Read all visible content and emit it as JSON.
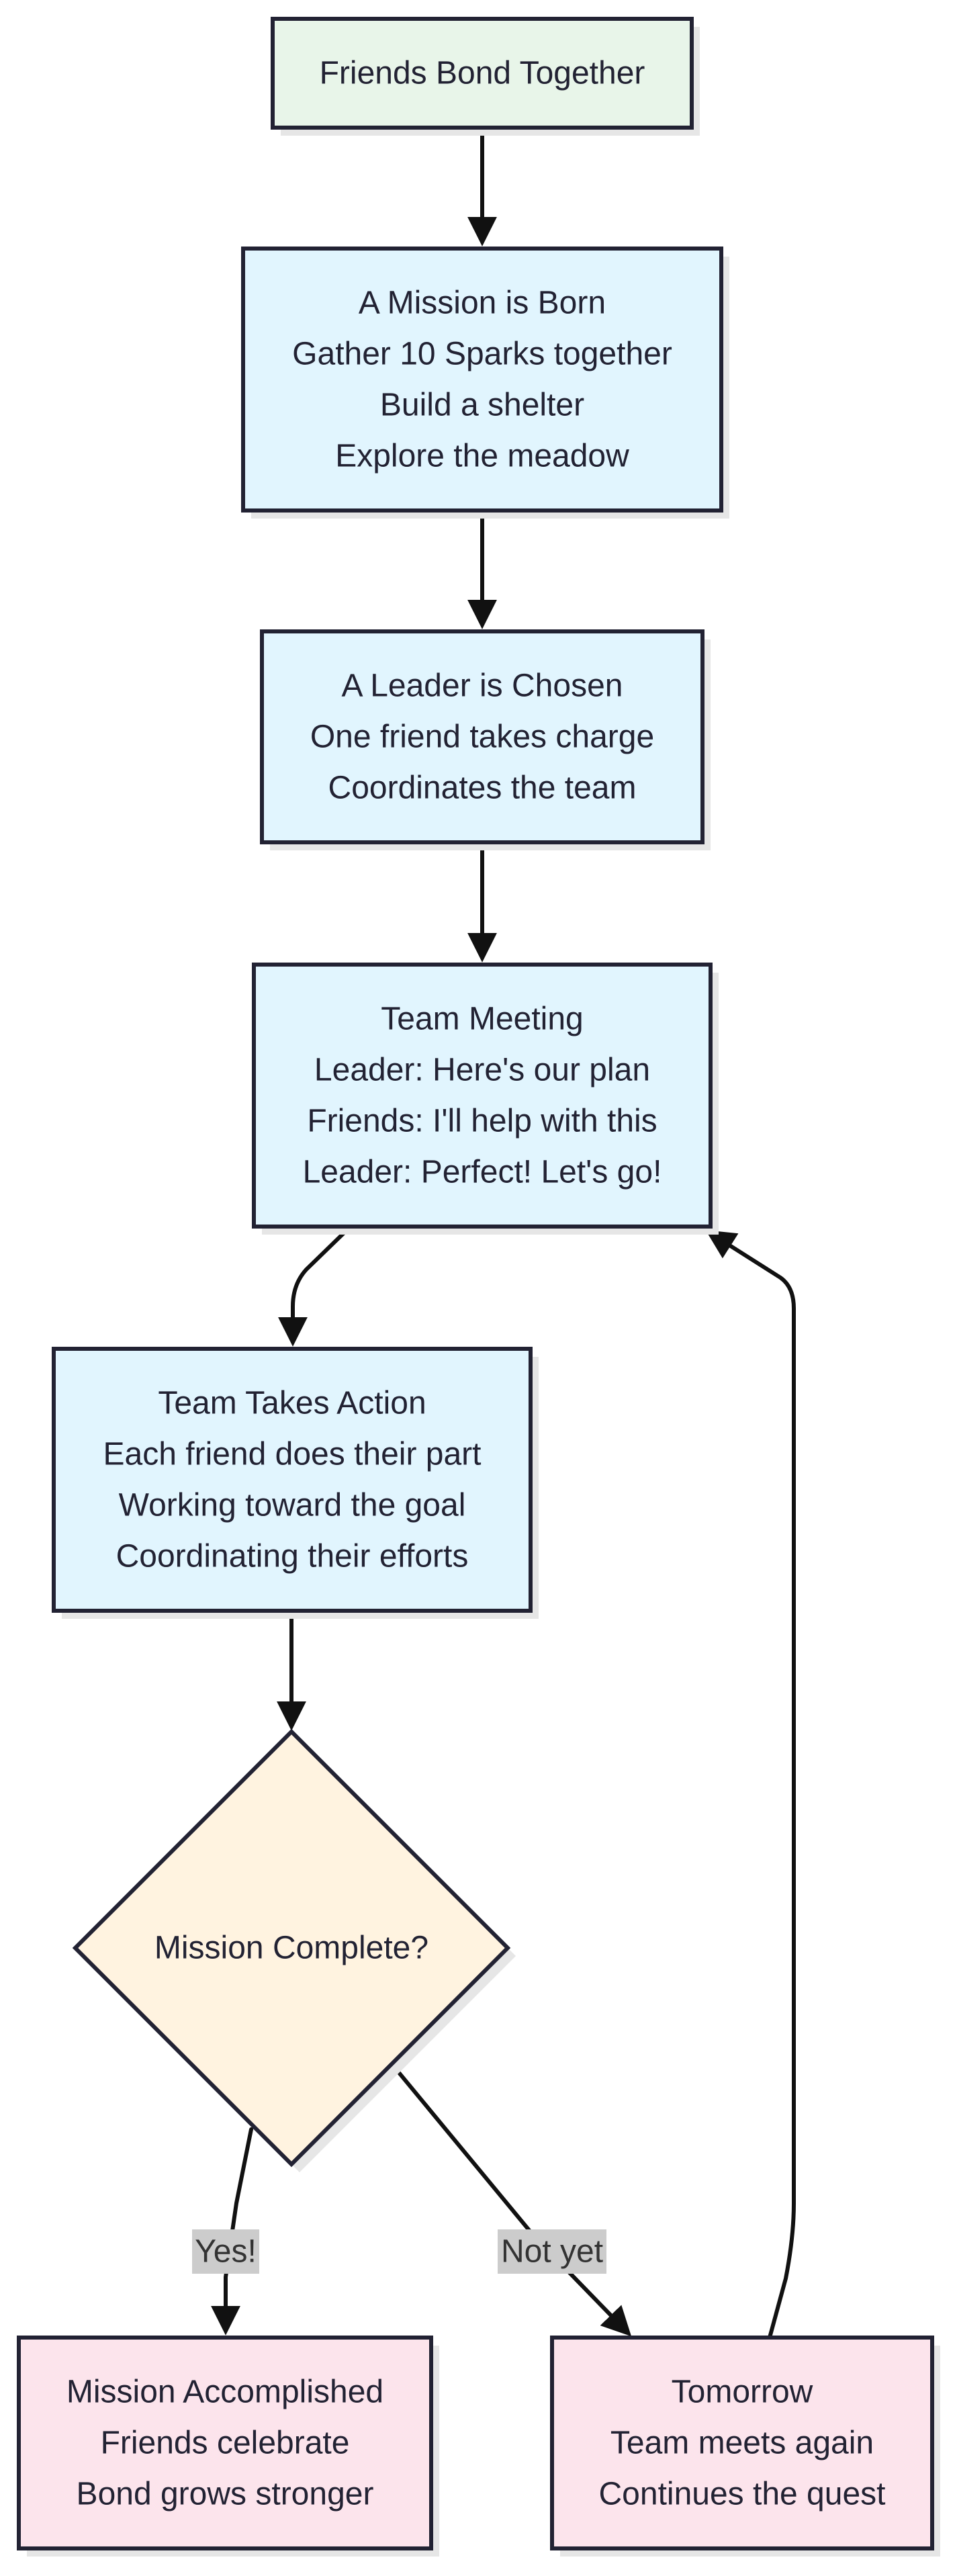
{
  "colors": {
    "start_fill": "#e8f5e9",
    "process_fill": "#e1f5fe",
    "decision_fill": "#fff3e0",
    "end_fill": "#fce4ec",
    "border": "#222233",
    "edge": "#111111",
    "edge_label_bg": "#cccccc",
    "shadow": "#e6e6e6"
  },
  "nodes": {
    "friends_bond": {
      "shape": "rect",
      "lines": [
        "Friends Bond Together"
      ]
    },
    "mission_born": {
      "shape": "rect",
      "lines": [
        "A Mission is Born",
        "Gather 10 Sparks together",
        "Build a shelter",
        "Explore the meadow"
      ]
    },
    "leader_chosen": {
      "shape": "rect",
      "lines": [
        "A Leader is Chosen",
        "One friend takes charge",
        "Coordinates the team"
      ]
    },
    "team_meeting": {
      "shape": "rect",
      "lines": [
        "Team Meeting",
        "Leader: Here's our plan",
        "Friends: I'll help with this",
        "Leader: Perfect! Let's go!"
      ]
    },
    "team_action": {
      "shape": "rect",
      "lines": [
        "Team Takes Action",
        "Each friend does their part",
        "Working toward the goal",
        "Coordinating their efforts"
      ]
    },
    "mission_complete": {
      "shape": "diamond",
      "lines": [
        "Mission Complete?"
      ]
    },
    "accomplished": {
      "shape": "rect",
      "lines": [
        "Mission Accomplished",
        "Friends celebrate",
        "Bond grows stronger"
      ]
    },
    "tomorrow": {
      "shape": "rect",
      "lines": [
        "Tomorrow",
        "Team meets again",
        "Continues the quest"
      ]
    }
  },
  "edges": [
    {
      "from": "friends_bond",
      "to": "mission_born",
      "label": ""
    },
    {
      "from": "mission_born",
      "to": "leader_chosen",
      "label": ""
    },
    {
      "from": "leader_chosen",
      "to": "team_meeting",
      "label": ""
    },
    {
      "from": "team_meeting",
      "to": "team_action",
      "label": ""
    },
    {
      "from": "team_action",
      "to": "mission_complete",
      "label": ""
    },
    {
      "from": "mission_complete",
      "to": "accomplished",
      "label": "Yes!"
    },
    {
      "from": "mission_complete",
      "to": "tomorrow",
      "label": "Not yet"
    },
    {
      "from": "tomorrow",
      "to": "team_meeting",
      "label": ""
    }
  ]
}
